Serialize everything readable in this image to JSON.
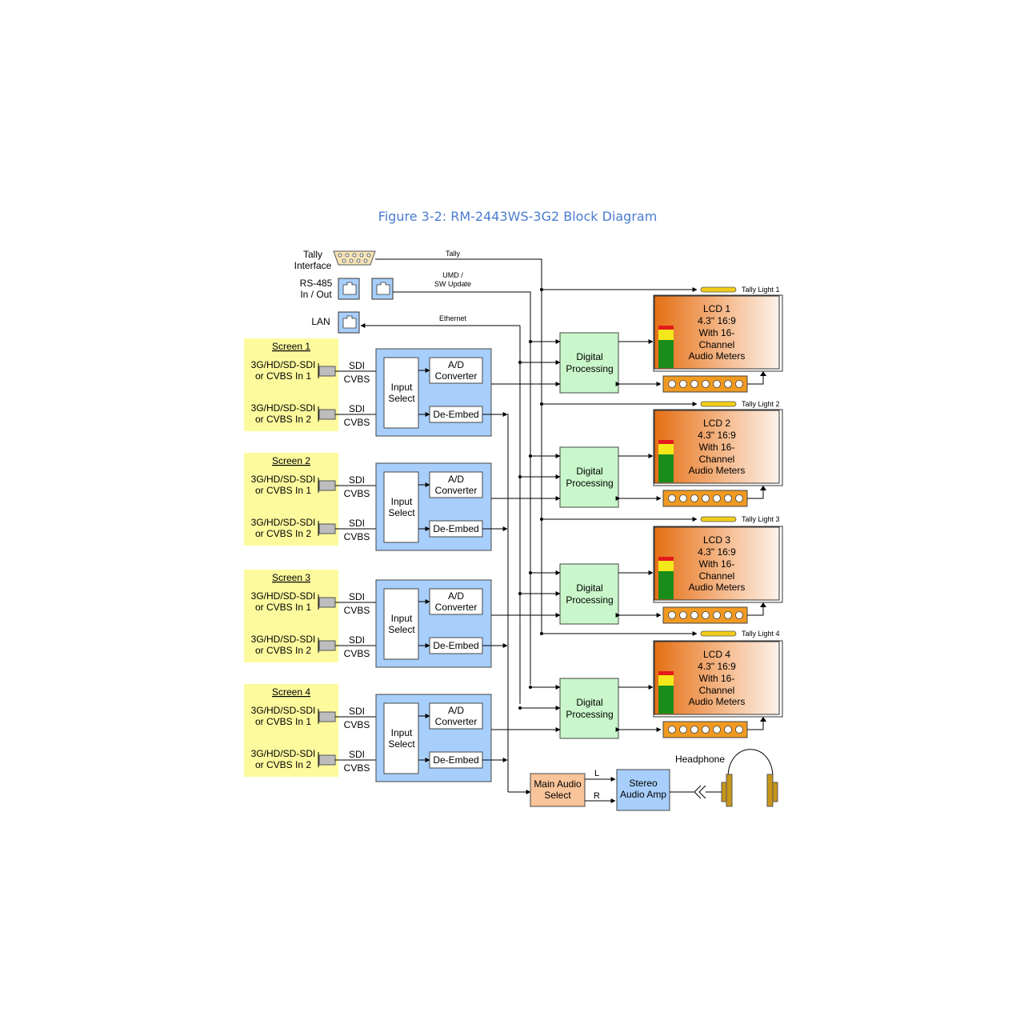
{
  "figure_title": "Figure 3-2: RM-2443WS-3G2 Block Diagram",
  "top_interfaces": {
    "tally_label_1": "Tally",
    "tally_label_2": "Interface",
    "rs485_label_1": "RS-485",
    "rs485_label_2": "In / Out",
    "lan_label": "LAN",
    "tally_line": "Tally",
    "umd_line_1": "UMD /",
    "umd_line_2": "SW Update",
    "ethernet_line": "Ethernet"
  },
  "input_labels": {
    "in1_line1": "3G/HD/SD-SDI",
    "in1_line2": "or CVBS In 1",
    "in2_line1": "3G/HD/SD-SDI",
    "in2_line2": "or CVBS In 2",
    "sdi": "SDI",
    "cvbs": "CVBS"
  },
  "blocks": {
    "input_select_1": "Input",
    "input_select_2": "Select",
    "ad_1": "A/D",
    "ad_2": "Converter",
    "deembed": "De-Embed",
    "dp_1": "Digital",
    "dp_2": "Processing"
  },
  "screens": [
    {
      "label": "Screen 1",
      "lcd": "LCD 1",
      "tally": "Tally Light 1"
    },
    {
      "label": "Screen 2",
      "lcd": "LCD 2",
      "tally": "Tally Light 2"
    },
    {
      "label": "Screen 3",
      "lcd": "LCD 3",
      "tally": "Tally Light 3"
    },
    {
      "label": "Screen 4",
      "lcd": "LCD 4",
      "tally": "Tally Light 4"
    }
  ],
  "lcd_text": {
    "line2": "4.3\" 16:9",
    "line3": "With 16-",
    "line4": "Channel",
    "line5": "Audio Meters"
  },
  "audio": {
    "main_1": "Main Audio",
    "main_2": "Select",
    "left": "L",
    "right": "R",
    "amp_1": "Stereo",
    "amp_2": "Audio Amp",
    "headphone": "Headphone"
  },
  "colors": {
    "title": "#4a7bd0",
    "screen_panel": "#fdfa9e",
    "input_block": "#a8cffb",
    "processing": "#c9f7cb",
    "lcd_orange": "#e87a1e",
    "button_bar": "#f09a22",
    "tally_light": "#f2cc1a",
    "main_audio": "#f9c49a",
    "stereo_amp": "#a8cffb",
    "headphone": "#c9961c"
  }
}
